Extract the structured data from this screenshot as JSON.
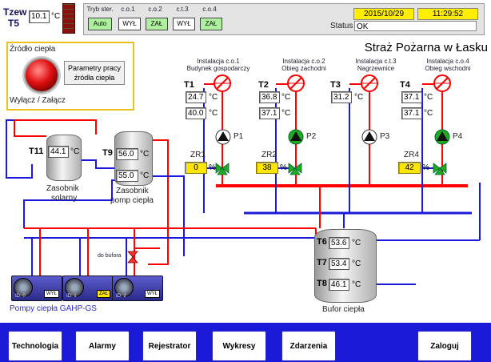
{
  "outside": {
    "label_line1": "Tzew",
    "label_line2": "T5",
    "value": "10.1",
    "unit": "°C"
  },
  "mode": {
    "headers": [
      "Tryb ster.",
      "c.o.1",
      "c.o.2",
      "c.t.3",
      "c.o.4"
    ],
    "values": [
      "Auto",
      "WYŁ",
      "ZAŁ",
      "WYŁ",
      "ZAŁ"
    ]
  },
  "datetime": {
    "date": "2015/10/29",
    "time": "11:29:52"
  },
  "status": {
    "label": "Status",
    "value": "OK"
  },
  "title": "Straż Pożarna w Łasku",
  "heat_source": {
    "title": "Źródło ciepła",
    "button_line1": "Parametry pracy",
    "button_line2": "źródła ciepła",
    "toggle_label": "Wyłącz / Załącz"
  },
  "circuits": [
    {
      "line1": "Instalacja c.o.1",
      "line2": "Budynek gospodarczy",
      "t_label": "T1",
      "t_supply": "24.7",
      "t_return": "40.0",
      "pump": "P1",
      "zr_label": "ZR1",
      "zr_value": "0"
    },
    {
      "line1": "Instalacja c.o.2",
      "line2": "Obieg zachodni",
      "t_label": "T2",
      "t_supply": "36.8",
      "t_return": "37.1",
      "pump": "P2",
      "zr_label": "ZR2",
      "zr_value": "38"
    },
    {
      "line1": "Instalacja c.t.3",
      "line2": "Nagrzewnice",
      "t_label": "T3",
      "t_supply": "31.2",
      "pump": "P3"
    },
    {
      "line1": "Instalacja c.o.4",
      "line2": "Obieg wschodni",
      "t_label": "T4",
      "t_supply": "37.1",
      "t_return": "37.1",
      "pump": "P4",
      "zr_label": "ZR4",
      "zr_value": "42"
    }
  ],
  "units": {
    "c": "°C",
    "pct": "%"
  },
  "solar": {
    "t_label": "T11",
    "value": "44.1",
    "name_line1": "Zasobnik",
    "name_line2": "solarny"
  },
  "hp_tank": {
    "t_label": "T9",
    "value_top": "56.0",
    "value_bottom": "55.0",
    "name_line1": "Zasobnik",
    "name_line2": "pomp ciepła"
  },
  "buffer": {
    "name": "Bufor ciepła",
    "sensors": [
      {
        "label": "T6",
        "value": "53.6"
      },
      {
        "label": "T7",
        "value": "53.4"
      },
      {
        "label": "T8",
        "value": "46.1"
      }
    ]
  },
  "valve_label": "do bufora",
  "heat_pumps": {
    "label": "Pompy ciepła GAHP-GS",
    "units": [
      {
        "id": "ID: 0",
        "state": "WYŁ"
      },
      {
        "id": "ID: 1",
        "state": "ZAŁ"
      },
      {
        "id": "ID: 2",
        "state": "WYŁ"
      }
    ]
  },
  "nav": [
    "Technologia",
    "Alarmy",
    "Rejestrator",
    "Wykresy",
    "Zdarzenia",
    "Zaloguj"
  ],
  "colors": {
    "supply": "#ff0000",
    "return": "#1a1ad8",
    "pump_on": "#1faa1f",
    "pump_off": "#ffffff",
    "value_yellow": "#ffe600",
    "nav_bg": "#1a1ad8",
    "accent_frame": "#f0c020"
  }
}
